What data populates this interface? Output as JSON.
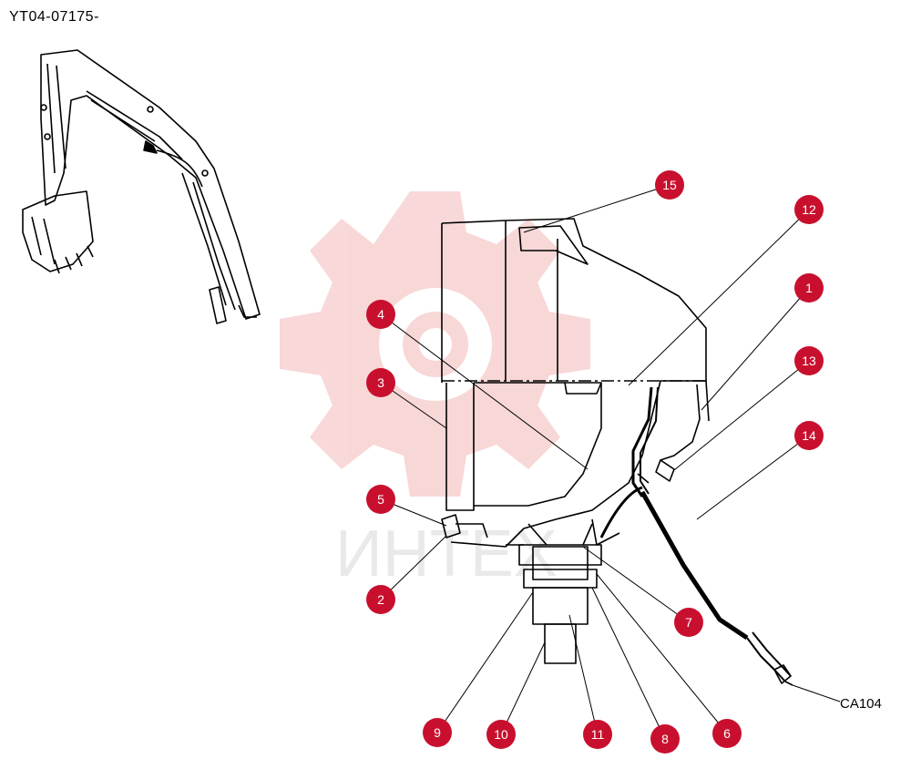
{
  "header": {
    "page_id": "YT04-07175-"
  },
  "watermark": {
    "brand_text": "ИНТЕХ",
    "color": "#f0a8a8"
  },
  "cross_reference": {
    "label": "CA104"
  },
  "callouts": {
    "color": "#c8102e",
    "labels": [
      "1",
      "2",
      "3",
      "4",
      "5",
      "6",
      "7",
      "8",
      "9",
      "10",
      "11",
      "12",
      "13",
      "14",
      "15"
    ]
  }
}
